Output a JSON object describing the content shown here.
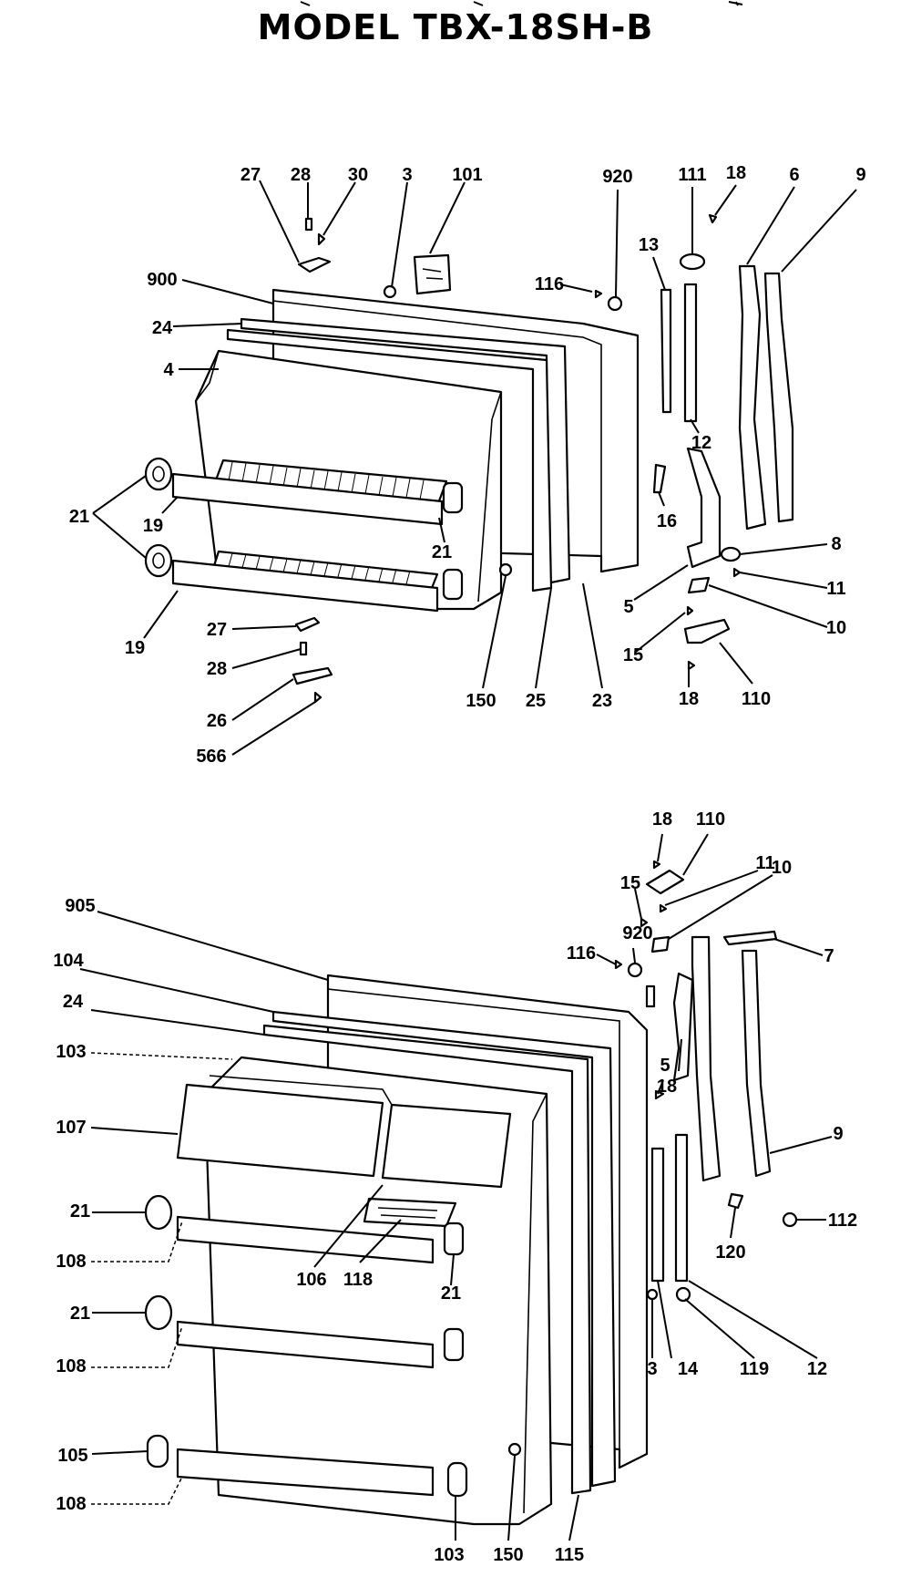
{
  "title": "MODEL TBX-18SH-B",
  "labels": [
    {
      "id": "l1",
      "text": "27"
    },
    {
      "id": "l2",
      "text": "28"
    },
    {
      "id": "l3",
      "text": "30"
    },
    {
      "id": "l4",
      "text": "3"
    },
    {
      "id": "l5",
      "text": "101"
    },
    {
      "id": "l6",
      "text": "920"
    },
    {
      "id": "l7",
      "text": "111"
    },
    {
      "id": "l8",
      "text": "18"
    },
    {
      "id": "l9",
      "text": "6"
    },
    {
      "id": "l10",
      "text": "9"
    },
    {
      "id": "l11",
      "text": "900"
    },
    {
      "id": "l12",
      "text": "116"
    },
    {
      "id": "l13",
      "text": "13"
    },
    {
      "id": "l14",
      "text": "24"
    },
    {
      "id": "l15",
      "text": "4"
    },
    {
      "id": "l16",
      "text": "12"
    },
    {
      "id": "l17",
      "text": "16"
    },
    {
      "id": "l18",
      "text": "21"
    },
    {
      "id": "l19",
      "text": "19"
    },
    {
      "id": "l20",
      "text": "21"
    },
    {
      "id": "l21",
      "text": "8"
    },
    {
      "id": "l22",
      "text": "5"
    },
    {
      "id": "l23",
      "text": "11"
    },
    {
      "id": "l24",
      "text": "10"
    },
    {
      "id": "l25",
      "text": "19"
    },
    {
      "id": "l26",
      "text": "27"
    },
    {
      "id": "l27",
      "text": "15"
    },
    {
      "id": "l28",
      "text": "28"
    },
    {
      "id": "l29",
      "text": "18"
    },
    {
      "id": "l30",
      "text": "110"
    },
    {
      "id": "l31",
      "text": "150"
    },
    {
      "id": "l32",
      "text": "25"
    },
    {
      "id": "l33",
      "text": "23"
    },
    {
      "id": "l34",
      "text": "26"
    },
    {
      "id": "l35",
      "text": "566"
    },
    {
      "id": "m1",
      "text": "18"
    },
    {
      "id": "m2",
      "text": "110"
    },
    {
      "id": "m3",
      "text": "15"
    },
    {
      "id": "m4",
      "text": "11"
    },
    {
      "id": "m5",
      "text": "10"
    },
    {
      "id": "m6",
      "text": "905"
    },
    {
      "id": "m7",
      "text": "920"
    },
    {
      "id": "m8",
      "text": "116"
    },
    {
      "id": "m9",
      "text": "7"
    },
    {
      "id": "m10",
      "text": "104"
    },
    {
      "id": "m11",
      "text": "24"
    },
    {
      "id": "m12",
      "text": "103"
    },
    {
      "id": "m13",
      "text": "5"
    },
    {
      "id": "m14",
      "text": "18"
    },
    {
      "id": "m15",
      "text": "107"
    },
    {
      "id": "m16",
      "text": "9"
    },
    {
      "id": "m17",
      "text": "21"
    },
    {
      "id": "m18",
      "text": "112"
    },
    {
      "id": "m19",
      "text": "108"
    },
    {
      "id": "m20",
      "text": "120"
    },
    {
      "id": "m21",
      "text": "106"
    },
    {
      "id": "m22",
      "text": "118"
    },
    {
      "id": "m23",
      "text": "21"
    },
    {
      "id": "m24",
      "text": "21"
    },
    {
      "id": "m25",
      "text": "108"
    },
    {
      "id": "m26",
      "text": "3"
    },
    {
      "id": "m27",
      "text": "14"
    },
    {
      "id": "m28",
      "text": "119"
    },
    {
      "id": "m29",
      "text": "12"
    },
    {
      "id": "m30",
      "text": "105"
    },
    {
      "id": "m31",
      "text": "108"
    },
    {
      "id": "m32",
      "text": "103"
    },
    {
      "id": "m33",
      "text": "150"
    },
    {
      "id": "m34",
      "text": "115"
    }
  ]
}
